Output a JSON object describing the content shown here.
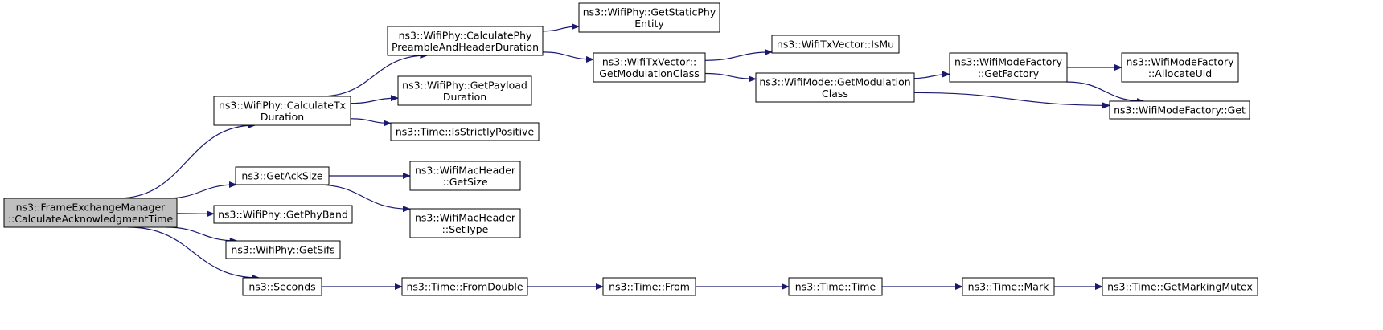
{
  "graph": {
    "edge_color": "#191970",
    "root_fill": "#bfbfbf",
    "node_fill": "#ffffff",
    "nodes": [
      {
        "id": "root",
        "lines": [
          "ns3::FrameExchangeManager",
          "::CalculateAcknowledgmentTime"
        ],
        "root": true
      },
      {
        "id": "calcTx",
        "lines": [
          "ns3::WifiPhy::CalculateTx",
          "Duration"
        ]
      },
      {
        "id": "ackSize",
        "lines": [
          "ns3::GetAckSize"
        ]
      },
      {
        "id": "phyBand",
        "lines": [
          "ns3::WifiPhy::GetPhyBand"
        ]
      },
      {
        "id": "sifs",
        "lines": [
          "ns3::WifiPhy::GetSifs"
        ]
      },
      {
        "id": "seconds",
        "lines": [
          "ns3::Seconds"
        ]
      },
      {
        "id": "preamble",
        "lines": [
          "ns3::WifiPhy::CalculatePhy",
          "PreambleAndHeaderDuration"
        ]
      },
      {
        "id": "payload",
        "lines": [
          "ns3::WifiPhy::GetPayload",
          "Duration"
        ]
      },
      {
        "id": "strictPos",
        "lines": [
          "ns3::Time::IsStrictlyPositive"
        ]
      },
      {
        "id": "hdrSize",
        "lines": [
          "ns3::WifiMacHeader",
          "::GetSize"
        ]
      },
      {
        "id": "setType",
        "lines": [
          "ns3::WifiMacHeader",
          "::SetType"
        ]
      },
      {
        "id": "fromDouble",
        "lines": [
          "ns3::Time::FromDouble"
        ]
      },
      {
        "id": "staticPhy",
        "lines": [
          "ns3::WifiPhy::GetStaticPhy",
          "Entity"
        ]
      },
      {
        "id": "txModClass",
        "lines": [
          "ns3::WifiTxVector::",
          "GetModulationClass"
        ]
      },
      {
        "id": "from",
        "lines": [
          "ns3::Time::From"
        ]
      },
      {
        "id": "isMu",
        "lines": [
          "ns3::WifiTxVector::IsMu"
        ]
      },
      {
        "id": "modeModClass",
        "lines": [
          "ns3::WifiMode::GetModulation",
          "Class"
        ]
      },
      {
        "id": "time",
        "lines": [
          "ns3::Time::Time"
        ]
      },
      {
        "id": "factory",
        "lines": [
          "ns3::WifiModeFactory",
          "::GetFactory"
        ]
      },
      {
        "id": "mark",
        "lines": [
          "ns3::Time::Mark"
        ]
      },
      {
        "id": "allocUid",
        "lines": [
          "ns3::WifiModeFactory",
          "::AllocateUid"
        ]
      },
      {
        "id": "factoryGet",
        "lines": [
          "ns3::WifiModeFactory::Get"
        ]
      },
      {
        "id": "mutex",
        "lines": [
          "ns3::Time::GetMarkingMutex"
        ]
      }
    ],
    "edges": [
      {
        "from": "root",
        "to": "calcTx"
      },
      {
        "from": "root",
        "to": "ackSize"
      },
      {
        "from": "root",
        "to": "phyBand"
      },
      {
        "from": "root",
        "to": "sifs"
      },
      {
        "from": "root",
        "to": "seconds"
      },
      {
        "from": "calcTx",
        "to": "preamble"
      },
      {
        "from": "calcTx",
        "to": "payload"
      },
      {
        "from": "calcTx",
        "to": "strictPos"
      },
      {
        "from": "ackSize",
        "to": "hdrSize"
      },
      {
        "from": "ackSize",
        "to": "setType"
      },
      {
        "from": "preamble",
        "to": "staticPhy"
      },
      {
        "from": "preamble",
        "to": "txModClass"
      },
      {
        "from": "txModClass",
        "to": "isMu"
      },
      {
        "from": "txModClass",
        "to": "modeModClass"
      },
      {
        "from": "modeModClass",
        "to": "factory"
      },
      {
        "from": "modeModClass",
        "to": "factoryGet"
      },
      {
        "from": "factory",
        "to": "allocUid"
      },
      {
        "from": "factory",
        "to": "factoryGet"
      },
      {
        "from": "seconds",
        "to": "fromDouble"
      },
      {
        "from": "fromDouble",
        "to": "from"
      },
      {
        "from": "from",
        "to": "time"
      },
      {
        "from": "time",
        "to": "mark"
      },
      {
        "from": "mark",
        "to": "mutex"
      }
    ]
  }
}
